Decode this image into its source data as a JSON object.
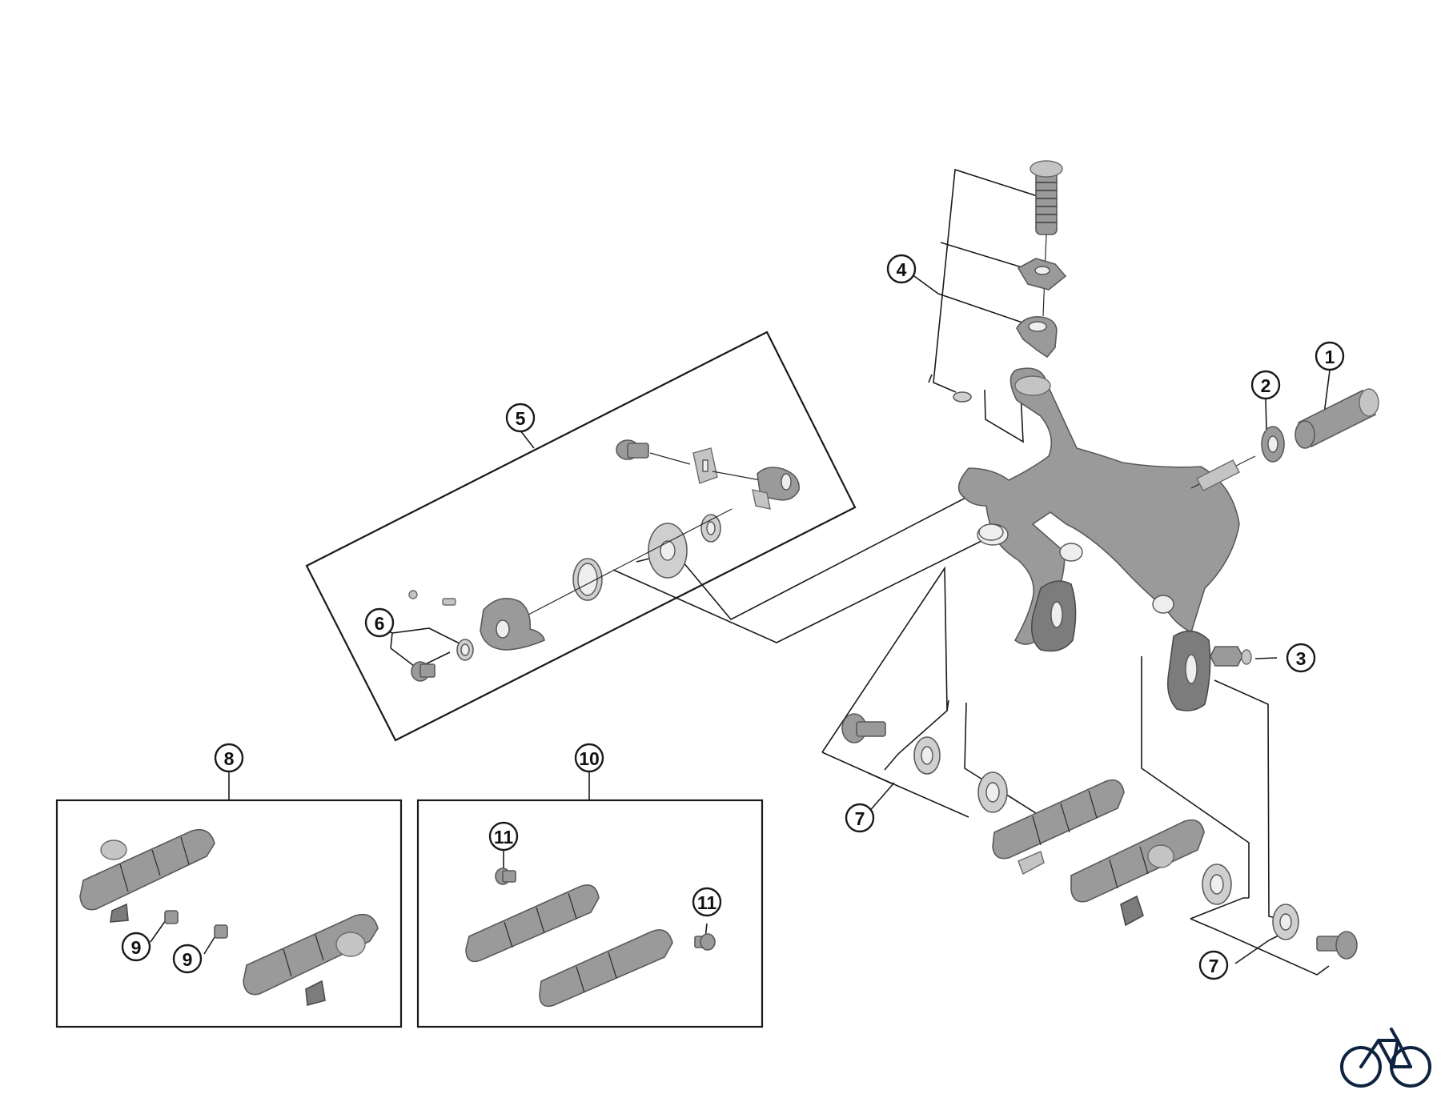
{
  "callouts": {
    "c1": "1",
    "c2": "2",
    "c3": "3",
    "c4": "4",
    "c5": "5",
    "c6": "6",
    "c7a": "7",
    "c7b": "7",
    "c8": "8",
    "c9a": "9",
    "c9b": "9",
    "c10": "10",
    "c11a": "11",
    "c11b": "11"
  },
  "colors": {
    "part_fill": "#9a9a9a",
    "line": "#1a1a1a",
    "logo": "#0f2340"
  },
  "icons": {
    "logo": "bicycle-logo-icon"
  }
}
